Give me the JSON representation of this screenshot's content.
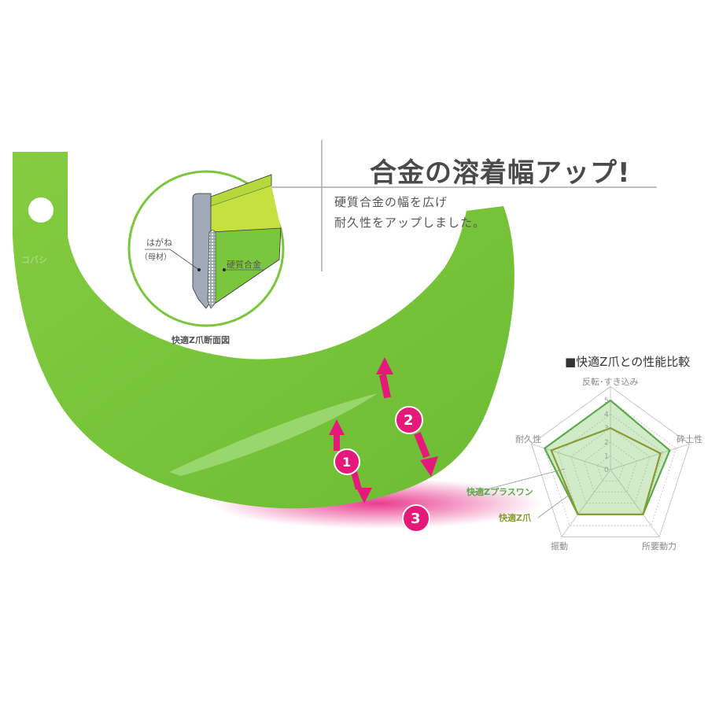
{
  "headline": "合金の溶着幅アップ!",
  "description": [
    "硬質合金の幅を広げ",
    "耐久性をアップしました。"
  ],
  "cross_section": {
    "caption": "快適Z爪断面図",
    "label_steel": "はがね",
    "label_steel_sub": "（母材）",
    "label_alloy": "硬質合金"
  },
  "blade": {
    "emboss": "コバシ",
    "markers": [
      "1",
      "2",
      "3"
    ],
    "colors": {
      "green": "#7ac63d",
      "pink": "#e5197a"
    }
  },
  "chart_data": {
    "type": "radar",
    "title": "■快適Z爪との性能比較",
    "axes": [
      "反転･すき込み",
      "砕土性",
      "所要動力",
      "振動",
      "耐久性"
    ],
    "ticks": [
      "0",
      "1",
      "2",
      "3",
      "4",
      "5"
    ],
    "range": [
      0,
      5
    ],
    "series": [
      {
        "name": "快適Zプラスワン",
        "values": [
          5,
          4.5,
          4,
          4,
          5
        ],
        "color": "#5aaa4a"
      },
      {
        "name": "快適Z爪",
        "values": [
          3,
          3.8,
          4,
          4,
          4.5
        ],
        "color": "#8a9a30"
      }
    ]
  }
}
